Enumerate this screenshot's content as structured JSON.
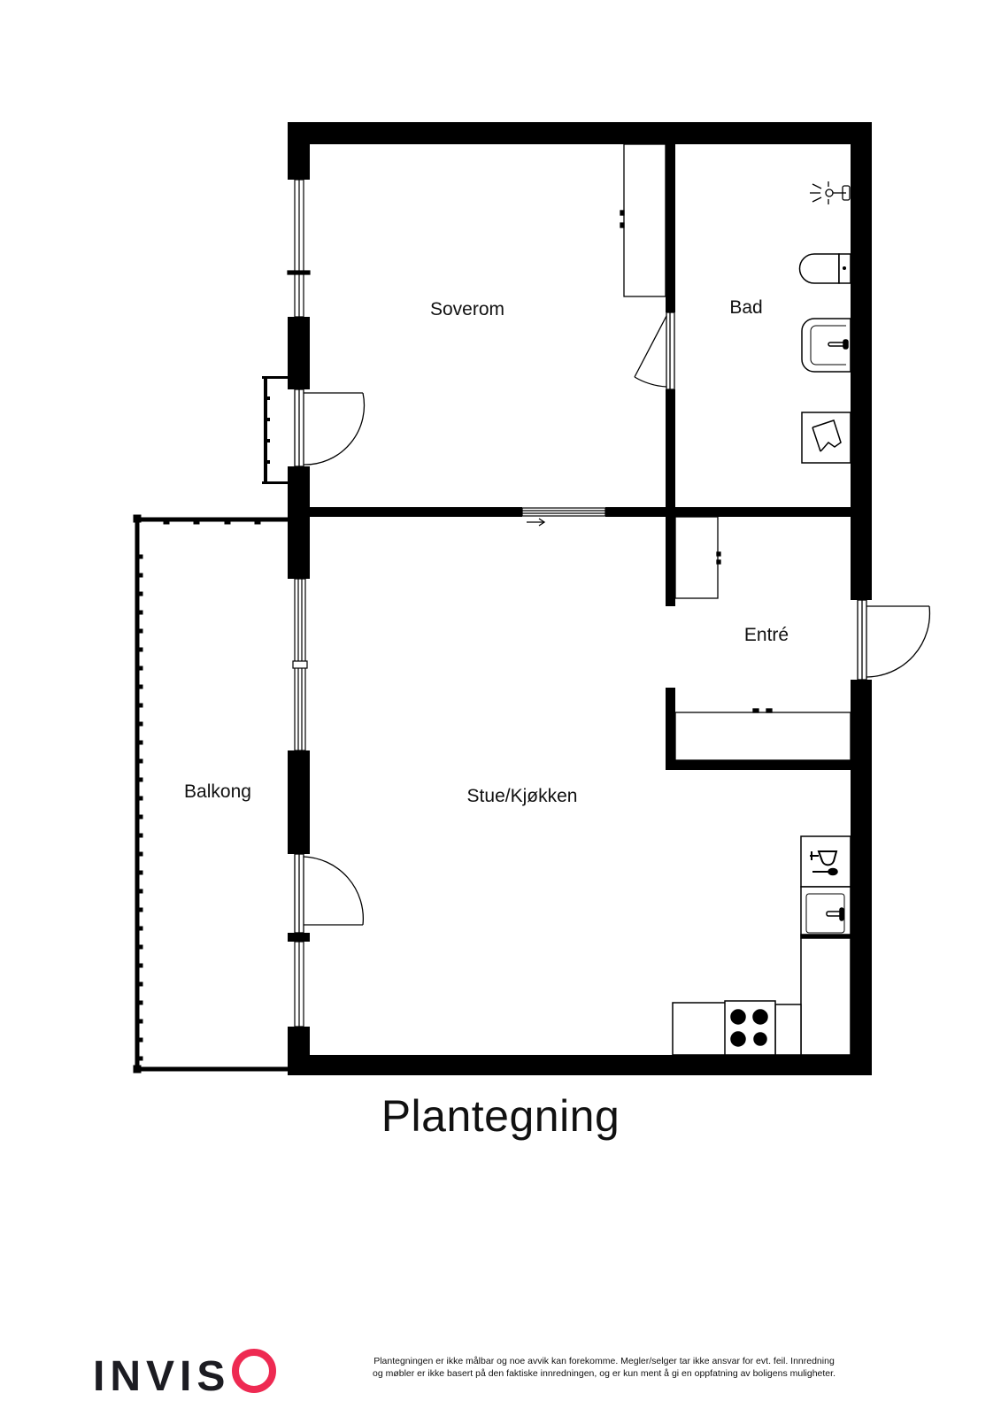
{
  "plan": {
    "title": "Plantegning",
    "rooms": [
      {
        "id": "soverom",
        "label": "Soverom"
      },
      {
        "id": "bad",
        "label": "Bad"
      },
      {
        "id": "entre",
        "label": "Entré"
      },
      {
        "id": "stue",
        "label": "Stue/Kjøkken"
      },
      {
        "id": "balkong",
        "label": "Balkong"
      }
    ],
    "fixtures": [
      "shower-icon",
      "toilet-icon",
      "bathroom-sink-icon",
      "washing-machine-icon",
      "dishwasher-icon",
      "kitchen-sink-icon",
      "stove-icon",
      "wardrobe-icon"
    ]
  },
  "footer": {
    "brand": "INVIS",
    "brand_accent_letter": "O",
    "brand_accent_color": "#ee2a52",
    "disclaimer_line1": "Plantegningen er ikke målbar og noe avvik kan forekomme. Megler/selger tar ikke ansvar for evt. feil. Innredning",
    "disclaimer_line2": "og møbler er ikke basert på den faktiske innredningen, og er kun ment å gi en oppfatning av boligens muligheter."
  }
}
